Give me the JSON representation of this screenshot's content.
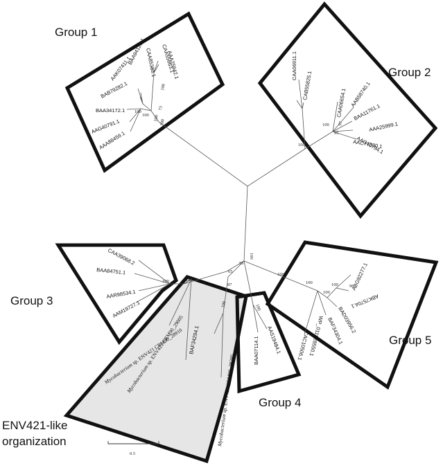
{
  "groups": {
    "g1": "Group 1",
    "g2": "Group 2",
    "g3": "Group 3",
    "g4": "Group 4",
    "g5": "Group 5",
    "env_line1": "ENV421-like",
    "env_line2": "organization"
  },
  "scale_bar": "0.5",
  "colors": {
    "box": "#111111",
    "env_fill": "#e6e6e6",
    "branch": "#555555"
  },
  "group1": {
    "taxa": [
      "CAA55663.1",
      "AAA25942.1",
      "CAA85383.1",
      "BAA94121.1",
      "AAK07411.1",
      "BAB79282.1",
      "BAA34172.1",
      "AAG40791.1",
      "AAA88459.1"
    ],
    "bootstrap": [
      "100",
      "73",
      "100",
      "100",
      "100",
      "100"
    ]
  },
  "group2": {
    "taxa": [
      "CAA06911.1",
      "CAB55825.1",
      "CAA06654.1",
      "AAB58740.1",
      "BAA11761.1",
      "AAA25999.1",
      "AAC77380.1",
      "AAG40794.1"
    ],
    "bootstrap": [
      "100",
      "97",
      "95",
      "100"
    ]
  },
  "group3": {
    "taxa": [
      "CAA39068.2",
      "BAA84751.1",
      "AAR98534.1",
      "AAM19727.1"
    ],
    "bootstrap": [
      "100"
    ]
  },
  "env": {
    "italic": "Mycobacterium",
    "taxa": [
      "sp. ENV421 CRM90_28910",
      "sp. ENV421 CRM90_29005",
      "BAF34294.1",
      "sp. ENV421 CRM90_28385"
    ],
    "bootstrap": [
      "100",
      "87",
      "100"
    ]
  },
  "group4": {
    "taxa": [
      "BAA07114.1",
      "AAS19484.1"
    ],
    "bootstrap": [
      "100"
    ]
  },
  "group5": {
    "taxa": [
      "ABG92277.1",
      "ABK75704.1",
      "BAD03956.2",
      "BAF34304.1",
      "WP_011828550.1",
      "CAC10506.1"
    ],
    "bootstrap": [
      "96",
      "100",
      "100",
      "100",
      "100"
    ]
  },
  "center_bootstrap": [
    "65",
    "55",
    "100"
  ]
}
